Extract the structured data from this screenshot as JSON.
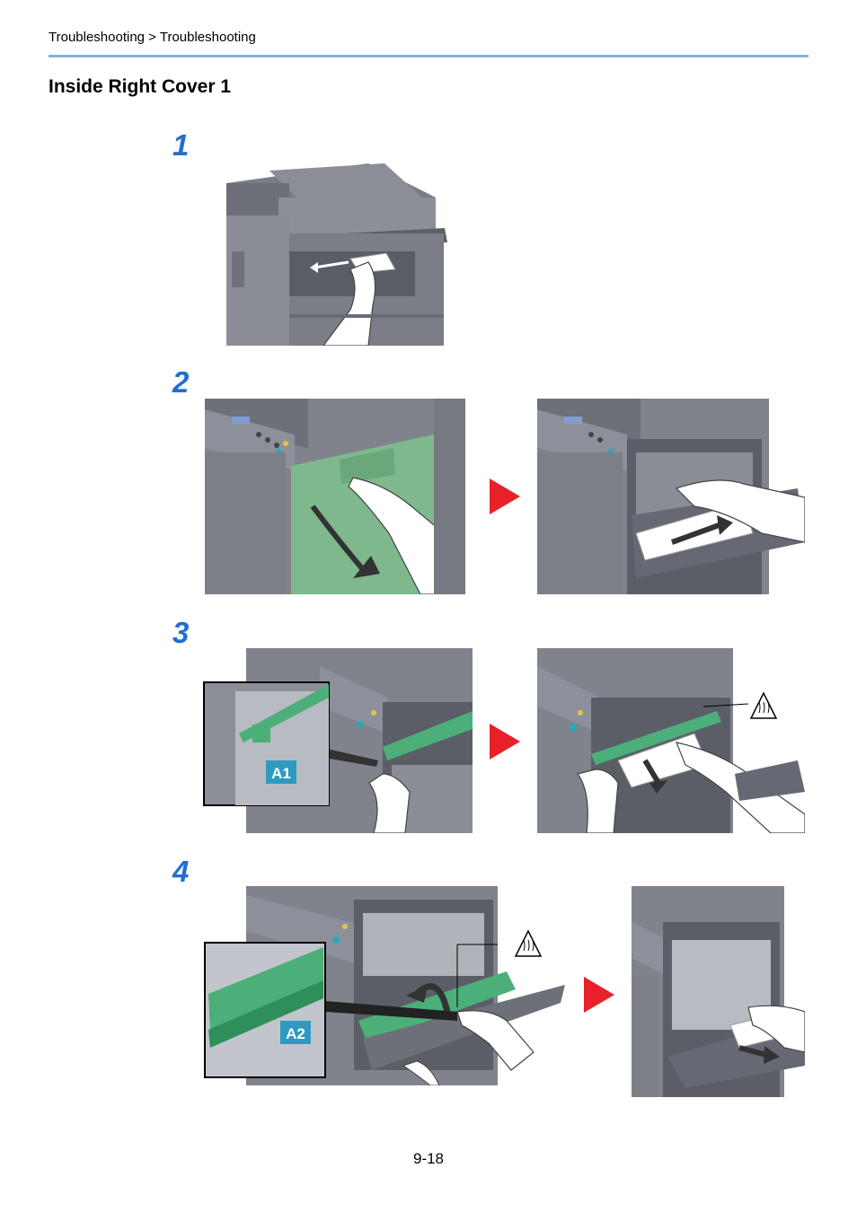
{
  "header": {
    "breadcrumb": "Troubleshooting > Troubleshooting"
  },
  "section": {
    "title": "Inside Right Cover 1"
  },
  "steps": [
    {
      "number": "1"
    },
    {
      "number": "2"
    },
    {
      "number": "3",
      "callout": "A1"
    },
    {
      "number": "4",
      "callout": "A2"
    }
  ],
  "colors": {
    "accent": "#1f6fd1",
    "rule": "#86aee8",
    "next_arrow": "#e8202a",
    "green_part": "#4caf7a"
  },
  "footer": {
    "page_number": "9-18"
  }
}
